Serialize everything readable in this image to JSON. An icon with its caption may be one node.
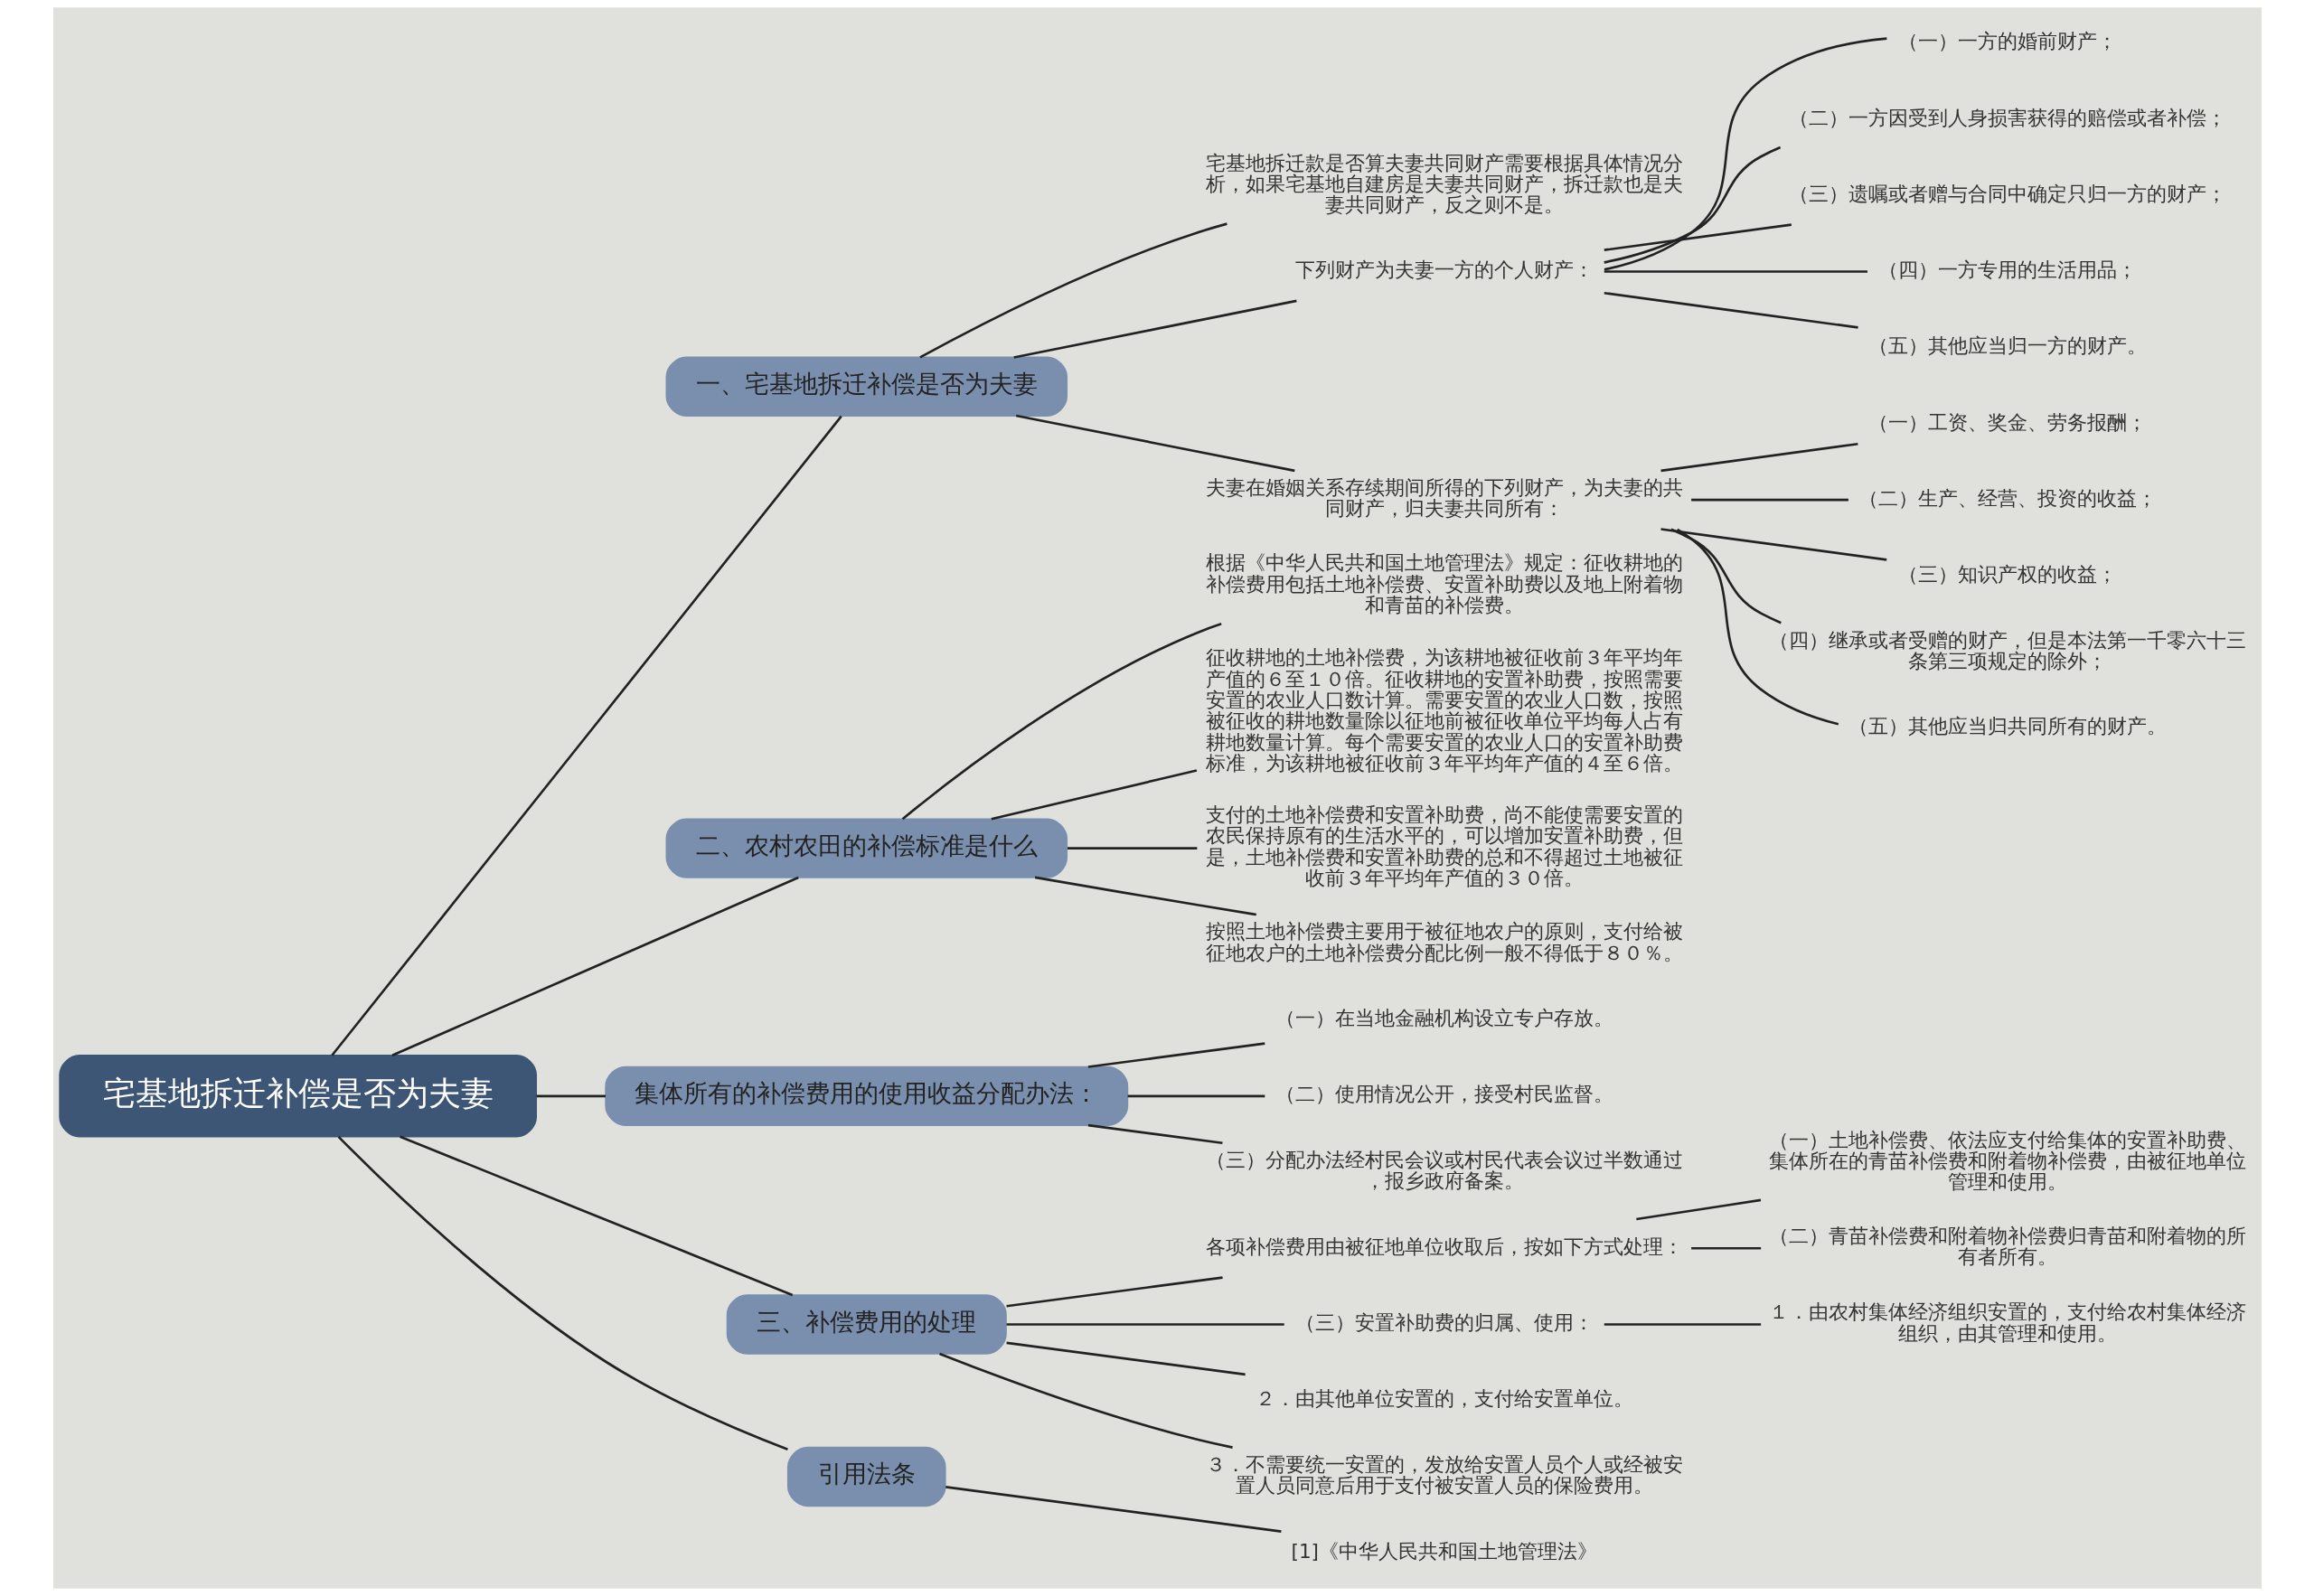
{
  "diagram": {
    "nodes": [
      {
        "text": [
          "宅基地拆迁补偿是否为夫妻"
        ]
      },
      {
        "text": [
          "一、宅基地拆迁补偿是否为夫妻"
        ]
      },
      {
        "text": [
          "宅基地拆迁款是否算夫妻共同财产需要根据具体情况分析，如果宅基地自建房是夫妻共同财产，拆迁款也是夫妻共同财产，反之则不是。"
        ]
      },
      {
        "text": [
          "下列财产为夫妻一方的个人财产："
        ]
      },
      {
        "text": [
          "（一）一方的婚前财产；"
        ]
      },
      {
        "text": [
          "（二）一方因受到人身损害获得的赔偿或者补偿；"
        ]
      },
      {
        "text": [
          "（三）遗嘱或者赠与合同中确定只归一方的财产；"
        ]
      },
      {
        "text": [
          "（四）一方专用的生活用品；"
        ]
      },
      {
        "text": [
          "（五）其他应当归一方的财产。"
        ]
      },
      {
        "text": [
          "夫妻在婚姻关系存续期间所得的下列财产，为夫妻的共同财产，归夫妻共同所有："
        ]
      },
      {
        "text": [
          "（一）工资、奖金、劳务报酬；"
        ]
      },
      {
        "text": [
          "（二）生产、经营、投资的收益；"
        ]
      },
      {
        "text": [
          "（三）知识产权的收益；"
        ]
      },
      {
        "text": [
          "（四）继承或者受赠的财产，但是本法第一千零六十三条第三项规定的除外；"
        ]
      },
      {
        "text": [
          "（五）其他应当归共同所有的财产。"
        ]
      },
      {
        "text": [
          "二、农村农田的补偿标准是什么"
        ]
      },
      {
        "text": [
          "根据《中华人民共和国土地管理法》规定：征收耕地的补偿费用包括土地补偿费、安置补助费以及地上附着物和青苗的补偿费。"
        ]
      },
      {
        "text": [
          "征收耕地的土地补偿费，为该耕地被征收前３年平均年产值的６至１０倍。征收耕地的安置补助费，按照需要安置的农业人口数计算。需要安置的农业人口数，按照被征收的耕地数量除以征地前被征收单位平均每人占有耕地数量计算。每个需要安置的农业人口的安置补助费标准，为该耕地被征收前３年平均年产值的４至６倍。"
        ]
      },
      {
        "text": [
          "支付的土地补偿费和安置补助费，尚不能使需要安置的农民保持原有的生活水平的，可以增加安置补助费，但是，土地补偿费和安置补助费的总和不得超过土地被征收前３年平均年产值的３０倍。"
        ]
      },
      {
        "text": [
          "按照土地补偿费主要用于被征地农户的原则，支付给被征地农户的土地补偿费分配比例一般不得低于８０％。"
        ]
      },
      {
        "text": [
          "集体所有的补偿费用的使用收益分配办法："
        ]
      },
      {
        "text": [
          "（一）在当地金融机构设立专户存放。"
        ]
      },
      {
        "text": [
          "（二）使用情况公开，接受村民监督。"
        ]
      },
      {
        "text": [
          "（三）分配办法经村民会议或村民代表会议过半数通过，报乡政府备案。"
        ]
      },
      {
        "text": [
          "三、补偿费用的处理"
        ]
      },
      {
        "text": [
          "各项补偿费用由被征地单位收取后，按如下方式处理："
        ]
      },
      {
        "text": [
          "（一）土地补偿费、依法应支付给集体的安置补助费、集体所在的青苗补偿费和附着物补偿费，由被征地单位管理和使用。"
        ]
      },
      {
        "text": [
          "（二）青苗补偿费和附着物补偿费归青苗和附着物的所有者所有。"
        ]
      },
      {
        "text": [
          "（三）安置补助费的归属、使用："
        ]
      },
      {
        "text": [
          "１．由农村集体经济组织安置的，支付给农村集体经济组织，由其管理和使用。"
        ]
      },
      {
        "text": [
          "２．由其他单位安置的，支付给安置单位。"
        ]
      },
      {
        "text": [
          "３．不需要统一安置的，发放给安置人员个人或经被安置人员同意后用于支付被安置人员的保险费用。"
        ]
      },
      {
        "text": [
          "引用法条"
        ]
      },
      {
        "text": [
          "[1]《中华人民共和国土地管理法》"
        ]
      }
    ],
    "edges": [
      {
        "from": 0,
        "to": 1,
        "arrow": "none"
      },
      {
        "from": 1,
        "to": 2,
        "arrow": "none"
      },
      {
        "from": 1,
        "to": 3,
        "arrow": "none"
      },
      {
        "from": 3,
        "to": 4,
        "arrow": "none"
      },
      {
        "from": 3,
        "to": 5,
        "arrow": "none"
      },
      {
        "from": 3,
        "to": 6,
        "arrow": "none"
      },
      {
        "from": 3,
        "to": 7,
        "arrow": "none"
      },
      {
        "from": 3,
        "to": 8,
        "arrow": "none"
      },
      {
        "from": 1,
        "to": 9,
        "arrow": "none"
      },
      {
        "from": 9,
        "to": 10,
        "arrow": "none"
      },
      {
        "from": 9,
        "to": 11,
        "arrow": "none"
      },
      {
        "from": 9,
        "to": 12,
        "arrow": "none"
      },
      {
        "from": 9,
        "to": 13,
        "arrow": "none"
      },
      {
        "from": 9,
        "to": 14,
        "arrow": "none"
      },
      {
        "from": 0,
        "to": 15,
        "arrow": "none"
      },
      {
        "from": 15,
        "to": 16,
        "arrow": "none"
      },
      {
        "from": 15,
        "to": 17,
        "arrow": "none"
      },
      {
        "from": 15,
        "to": 18,
        "arrow": "none"
      },
      {
        "from": 15,
        "to": 19,
        "arrow": "none"
      },
      {
        "from": 0,
        "to": 20,
        "arrow": "none"
      },
      {
        "from": 20,
        "to": 21,
        "arrow": "none"
      },
      {
        "from": 20,
        "to": 22,
        "arrow": "none"
      },
      {
        "from": 20,
        "to": 23,
        "arrow": "none"
      },
      {
        "from": 0,
        "to": 24,
        "arrow": "none"
      },
      {
        "from": 24,
        "to": 25,
        "arrow": "none"
      },
      {
        "from": 25,
        "to": 26,
        "arrow": "none"
      },
      {
        "from": 25,
        "to": 27,
        "arrow": "none"
      },
      {
        "from": 24,
        "to": 28,
        "arrow": "none"
      },
      {
        "from": 28,
        "to": 29,
        "arrow": "none"
      },
      {
        "from": 24,
        "to": 30,
        "arrow": "none"
      },
      {
        "from": 24,
        "to": 31,
        "arrow": "none"
      },
      {
        "from": 0,
        "to": 32,
        "arrow": "none"
      },
      {
        "from": 32,
        "to": 33,
        "arrow": "none"
      }
    ]
  }
}
